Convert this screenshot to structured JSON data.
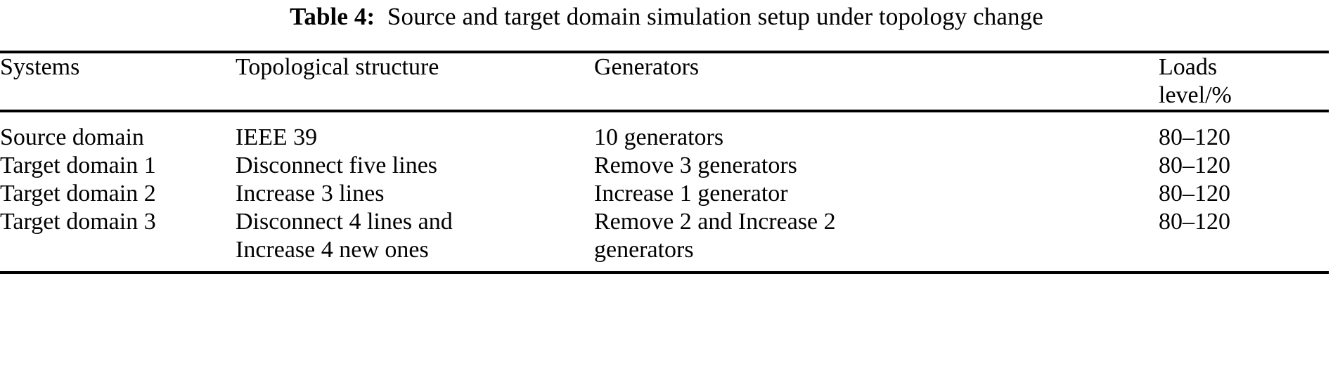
{
  "caption": {
    "label": "Table 4:",
    "text": "Source and target domain simulation setup under topology change"
  },
  "table": {
    "columns": [
      {
        "header": "Systems"
      },
      {
        "header": "Topological structure"
      },
      {
        "header": "Generators"
      },
      {
        "header": "Loads\nlevel/%"
      }
    ],
    "rows": [
      {
        "system": "Source domain",
        "topological_structure": "IEEE 39",
        "generators": "10 generators",
        "loads_level": "80–120"
      },
      {
        "system": "Target domain 1",
        "topological_structure": "Disconnect five lines",
        "generators": "Remove 3 generators",
        "loads_level": "80–120"
      },
      {
        "system": "Target domain 2",
        "topological_structure": "Increase 3 lines",
        "generators": "Increase 1 generator",
        "loads_level": "80–120"
      },
      {
        "system": "Target domain 3",
        "topological_structure": "Disconnect 4 lines and\nIncrease 4 new ones",
        "generators": "Remove 2 and Increase 2\ngenerators",
        "loads_level": "80–120"
      }
    ]
  },
  "style": {
    "rule_color": "#000000",
    "text_color": "#000000",
    "background": "#ffffff"
  }
}
